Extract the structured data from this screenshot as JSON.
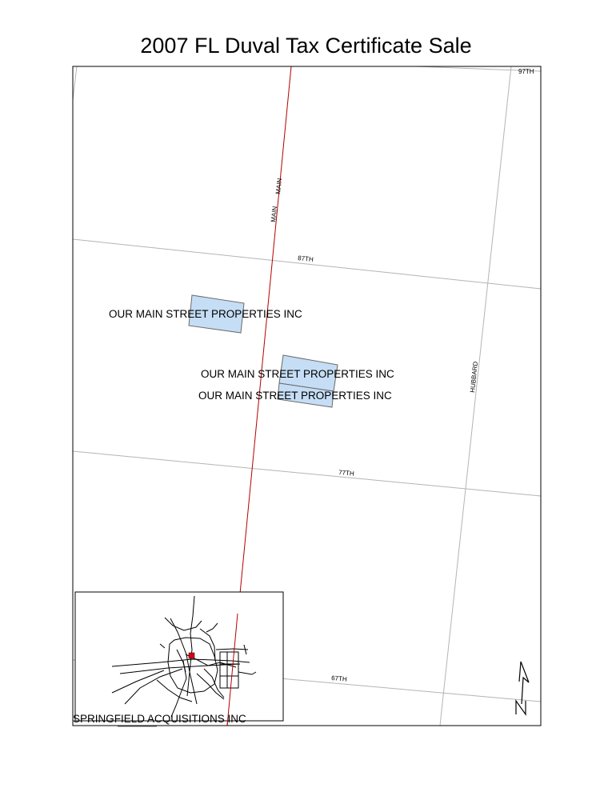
{
  "title": "2007 FL Duval Tax Certificate Sale",
  "streets": {
    "s97th": "97TH",
    "s87th": "87TH",
    "s77th": "77TH",
    "s67th": "67TH",
    "main_upper": "MAIN",
    "main_lower": "MAIN",
    "hubbard": "HUBBARD"
  },
  "parcels": {
    "parcel_1_owner": "OUR MAIN STREET PROPERTIES INC",
    "parcel_2_owner": "OUR MAIN STREET PROPERTIES INC",
    "parcel_3_owner": "OUR MAIN STREET PROPERTIES INC",
    "parcel_4_owner": "SPRINGFIELD ACQUISITIONS INC"
  },
  "colors": {
    "main_street": "#b30000",
    "streets": "#b4b4b4",
    "parcel_fill": "#c5def5",
    "parcel_stroke": "#6a6a6a",
    "locator_marker": "#e0000d"
  },
  "icons": {
    "north_arrow": "north-arrow-icon"
  }
}
